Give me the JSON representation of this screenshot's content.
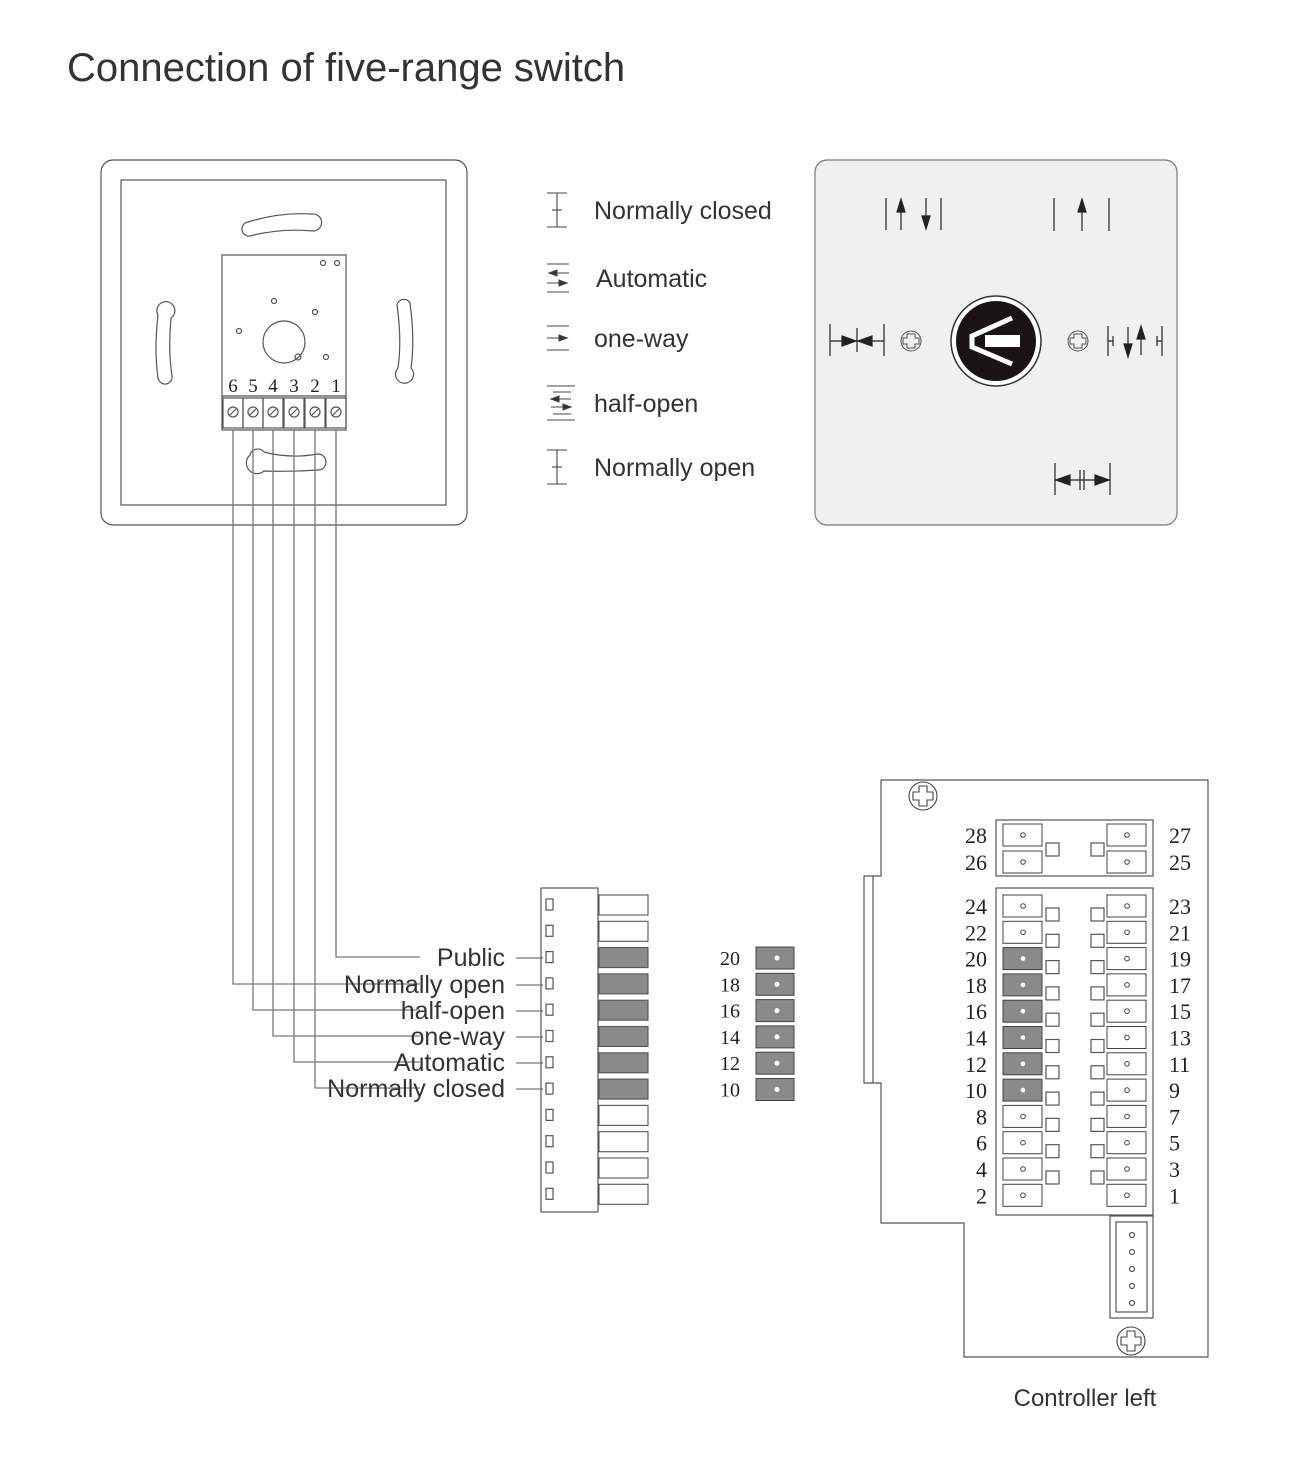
{
  "title": "Connection of five-range switch",
  "switch_terminals": [
    "6",
    "5",
    "4",
    "3",
    "2",
    "1"
  ],
  "legend": [
    {
      "icon": "normally-closed-icon",
      "label": "Normally closed"
    },
    {
      "icon": "automatic-icon",
      "label": "Automatic"
    },
    {
      "icon": "one-way-icon",
      "label": "one-way"
    },
    {
      "icon": "half-open-icon",
      "label": "half-open"
    },
    {
      "icon": "normally-open-icon",
      "label": "Normally open"
    }
  ],
  "wiring_labels": [
    "Public",
    "Normally open",
    "half-open",
    "one-way",
    "Automatic",
    "Normally closed"
  ],
  "plug_pins": [
    "20",
    "18",
    "16",
    "14",
    "12",
    "10"
  ],
  "controller": {
    "caption": "Controller left",
    "top_left": [
      "28",
      "26"
    ],
    "top_right": [
      "27",
      "25"
    ],
    "left": [
      "24",
      "22",
      "20",
      "18",
      "16",
      "14",
      "12",
      "10",
      "8",
      "6",
      "4",
      "2"
    ],
    "right": [
      "23",
      "21",
      "19",
      "17",
      "15",
      "13",
      "11",
      "9",
      "7",
      "5",
      "3",
      "1"
    ],
    "highlighted": [
      "20",
      "18",
      "16",
      "14",
      "12",
      "10"
    ]
  },
  "colors": {
    "fill_gray": "#8a8a8a",
    "panel_bg": "#f0f0f0",
    "knob": "#1a1414"
  }
}
